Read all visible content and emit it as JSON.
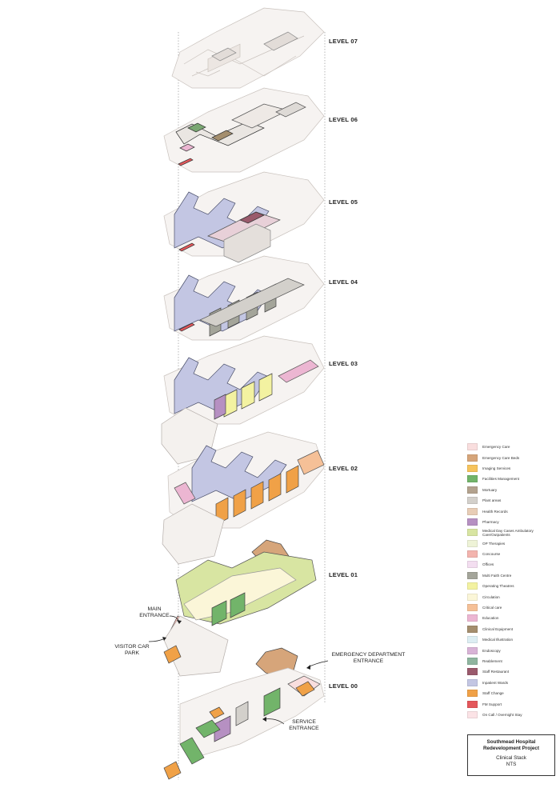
{
  "levels": [
    {
      "id": "l07",
      "label": "LEVEL 07"
    },
    {
      "id": "l06",
      "label": "LEVEL 06"
    },
    {
      "id": "l05",
      "label": "LEVEL 05"
    },
    {
      "id": "l04",
      "label": "LEVEL 04"
    },
    {
      "id": "l03",
      "label": "LEVEL 03"
    },
    {
      "id": "l02",
      "label": "LEVEL 02"
    },
    {
      "id": "l01",
      "label": "LEVEL 01"
    },
    {
      "id": "l00",
      "label": "LEVEL 00"
    }
  ],
  "callouts": {
    "main_entrance": "MAIN\nENTRANCE",
    "visitor_car_park": "VISITOR CAR\nPARK",
    "emergency_entrance": "EMERGENCY DEPARTMENT\nENTRANCE",
    "service_entrance": "SERVICE\nENTRANCE"
  },
  "legend": [
    {
      "label": "Emergency Care",
      "color": "#f9dede"
    },
    {
      "label": "Emergency Care Beds",
      "color": "#d6a57a"
    },
    {
      "label": "Imaging Services",
      "color": "#f6c35c"
    },
    {
      "label": "Facilities Management",
      "color": "#72b46a"
    },
    {
      "label": "Mortuary",
      "color": "#b3a28e"
    },
    {
      "label": "Plant areas",
      "color": "#d3d0cb"
    },
    {
      "label": "Health Records",
      "color": "#e8cdb6"
    },
    {
      "label": "Pharmacy",
      "color": "#b690c2"
    },
    {
      "label": "Medical Day Cases Ambulatory Care/Outpatients",
      "color": "#d8e5a2"
    },
    {
      "label": "OP Therapies",
      "color": "#eef3d7"
    },
    {
      "label": "Concourse",
      "color": "#f3b4ae"
    },
    {
      "label": "Offices",
      "color": "#f3def0"
    },
    {
      "label": "Multi Faith Centre",
      "color": "#a4a59a"
    },
    {
      "label": "Operating Theatres",
      "color": "#f3f2a1"
    },
    {
      "label": "Circulation",
      "color": "#fbf6d8"
    },
    {
      "label": "Critical care",
      "color": "#f5c097"
    },
    {
      "label": "Education",
      "color": "#ecb6d2"
    },
    {
      "label": "Clinical Equipment",
      "color": "#a48e6e"
    },
    {
      "label": "Medical Illustration",
      "color": "#ddeef3"
    },
    {
      "label": "Endoscopy",
      "color": "#d8b3d6"
    },
    {
      "label": "Reablement",
      "color": "#8fb59f"
    },
    {
      "label": "Staff Restaurant",
      "color": "#9a5a6c"
    },
    {
      "label": "Inpatient Wards",
      "color": "#c3c6e3"
    },
    {
      "label": "Staff Change",
      "color": "#f0a147"
    },
    {
      "label": "FM Support",
      "color": "#e4575b"
    },
    {
      "label": "On Call / Overnight Stay",
      "color": "#fbe3e6"
    }
  ],
  "title_block": {
    "project": "Southmead Hospital\nRedevelopment Project",
    "drawing": "Clinical Stack\nNTS"
  },
  "colors": {
    "outline": "#4b4b4b",
    "ghost": "#d9d4d0",
    "ward": "#c3c6e3",
    "ward_border": "#5a5f7a"
  }
}
